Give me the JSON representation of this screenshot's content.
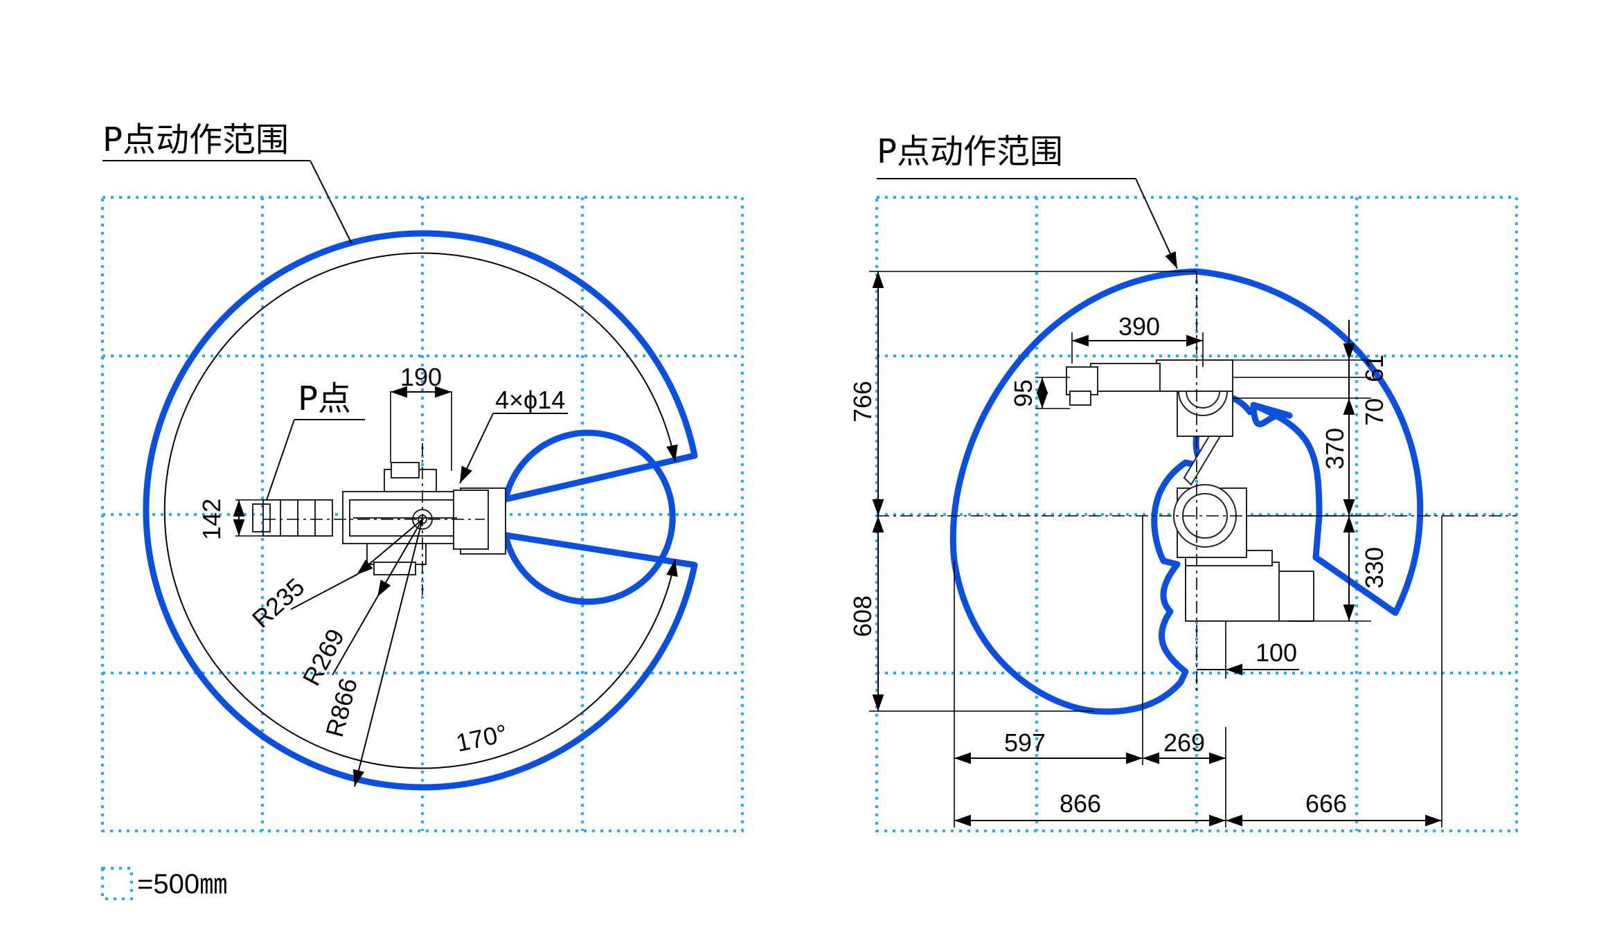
{
  "left_view": {
    "title": "P点动作范围",
    "p_point_label": "P点",
    "dims": {
      "d190": "190",
      "holes": "4×ϕ14",
      "d142": "142",
      "r235": "R235",
      "r269": "R269",
      "r866": "R866",
      "angle": "170°"
    }
  },
  "right_view": {
    "title": "P点动作范围",
    "dims": {
      "d390": "390",
      "d95": "95",
      "d766": "766",
      "d608": "608",
      "d61": "61",
      "d70": "70",
      "d370": "370",
      "d330": "330",
      "d100": "100",
      "d597": "597",
      "d269": "269",
      "d866": "866",
      "d666": "666"
    }
  },
  "legend": {
    "label": "=500㎜"
  },
  "colors": {
    "envelope": "#0b4fe0",
    "grid": "#2aaaf0",
    "lines": "#000000"
  }
}
